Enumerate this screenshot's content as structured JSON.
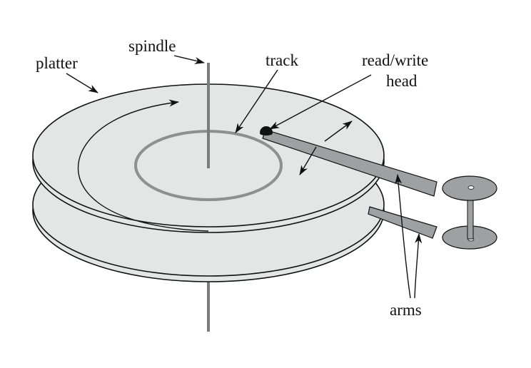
{
  "labels": {
    "platter": "platter",
    "spindle": "spindle",
    "track": "track",
    "head_line1": "read/write",
    "head_line2": "head",
    "arms": "arms"
  },
  "colors": {
    "platter_fill": "#e4e6e6",
    "platter_edge": "#111111",
    "spindle": "#7b7d7d",
    "track": "#8e9090",
    "arm_fill": "#9ea0a1",
    "ink": "#111111"
  }
}
